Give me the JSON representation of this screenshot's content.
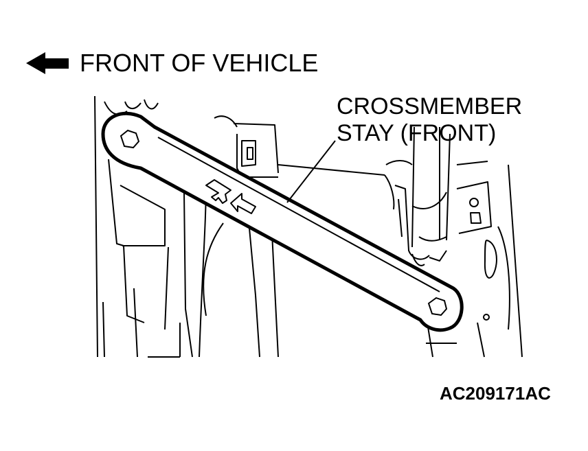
{
  "direction_label": "FRONT OF VEHICLE",
  "part_label": {
    "line1": "CROSSMEMBER",
    "line2": "STAY (FRONT)"
  },
  "reference_code": "AC209171AC",
  "icons": {
    "direction_arrow": "arrow-left-icon",
    "stay_marking": "front-arrow-mark-icon"
  },
  "colors": {
    "line": "#000000",
    "background": "#ffffff"
  }
}
